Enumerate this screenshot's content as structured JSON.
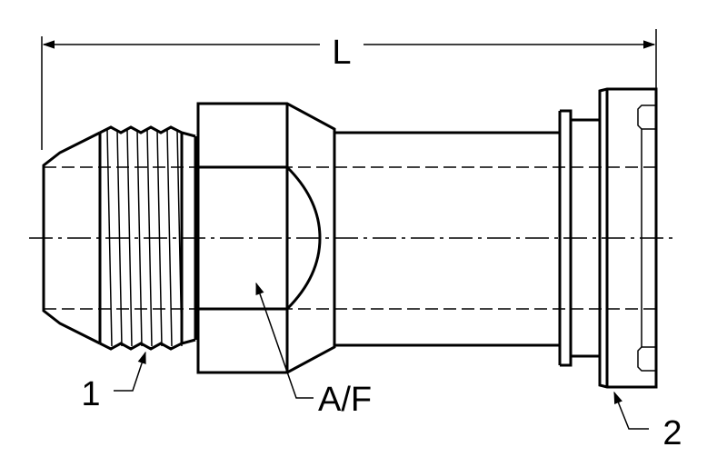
{
  "labels": {
    "length": "L",
    "flats": "A/F",
    "item_1": "1",
    "item_2": "2"
  },
  "colors": {
    "line": "#000000",
    "background": "#ffffff"
  }
}
